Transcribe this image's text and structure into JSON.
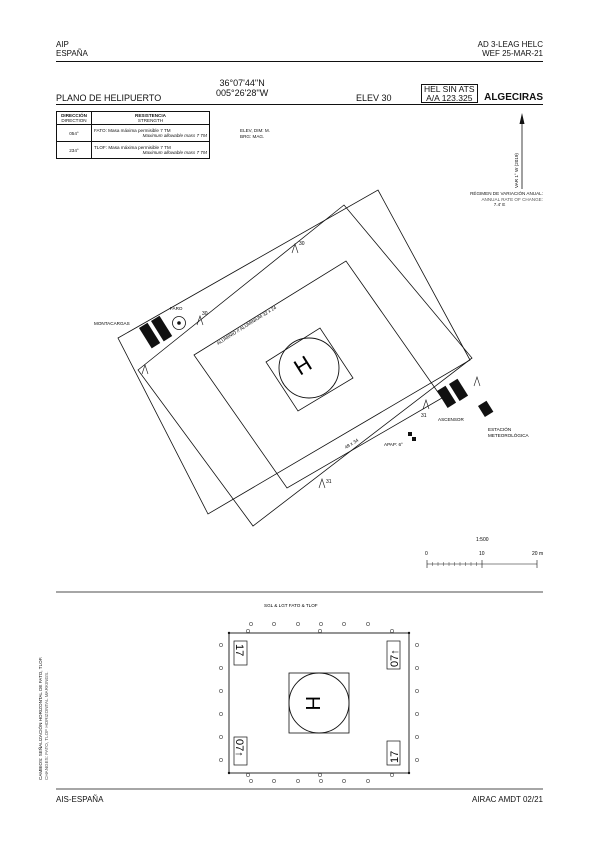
{
  "header": {
    "left_line1": "AIP",
    "left_line2": "ESPAÑA",
    "right_line1": "AD 3-LEAG HELC",
    "right_line2": "WEF 25-MAR-21"
  },
  "title": {
    "plan_label": "PLANO DE HELIPUERTO",
    "lat": "36°07'44''N",
    "lon": "005°26'28''W",
    "elev": "ELEV 30",
    "hel_line1": "HEL SIN ATS",
    "hel_line2": "A/A 123.325",
    "location": "ALGECIRAS"
  },
  "table": {
    "col1_es": "DIRECCIÓN",
    "col1_en": "DIRECTION",
    "col2_es": "RESISTENCIA",
    "col2_en": "STRENGTH",
    "rows": [
      {
        "dir": "054°",
        "label": "FATO:",
        "es": "Masa máxima permisible 7 TM",
        "en": "Maximum allowable mass 7 TM"
      },
      {
        "dir": "234°",
        "label": "TLOF:",
        "es": "Masa máxima permisible 7 TM",
        "en": "Maximum allowable mass 7 TM"
      }
    ]
  },
  "notes": {
    "elev_dim": "ELEV, DIM: M.",
    "brg": "BRG: MAG.",
    "var_es": "RÉGIMEN DE VARIACIÓN ANUAL:",
    "var_en": "ANNUAL RATE OF CHANGE:",
    "var_value": "7.4' E",
    "var_arrow": "VAR 1° W (2019)"
  },
  "labels": {
    "montacargas": "MONTACARGAS",
    "faro": "FARO",
    "ascensor": "ASCENSOR",
    "estacion1": "ESTACIÓN",
    "estacion2": "METEOROLÓGICA",
    "apap": "APAP: 6°",
    "aluminio": "ALUMINIO // ALUMINIUM 32 x 24",
    "dims": "48 x 34",
    "h": "H",
    "n30a": "30",
    "n30b": "30",
    "n31a": "31",
    "n31b": "31"
  },
  "scale": {
    "ratio": "1:500",
    "t0": "0",
    "t10": "10",
    "t20": "20 m"
  },
  "marking": {
    "title": "SGL & LGT FATO & TLOF",
    "tl": "17",
    "tr": "07↑",
    "bl": "07↑",
    "br": "17",
    "h": "H"
  },
  "side_note": {
    "es": "CAMBIOS: SEÑALIZACIÓN HORIZONTAL DE FATO, TLOF.",
    "en": "CHANGES: FATO, TLOF HORIZONTAL MARKINGS."
  },
  "footer": {
    "left": "AIS-ESPAÑA",
    "right": "AIRAC AMDT 02/21"
  }
}
